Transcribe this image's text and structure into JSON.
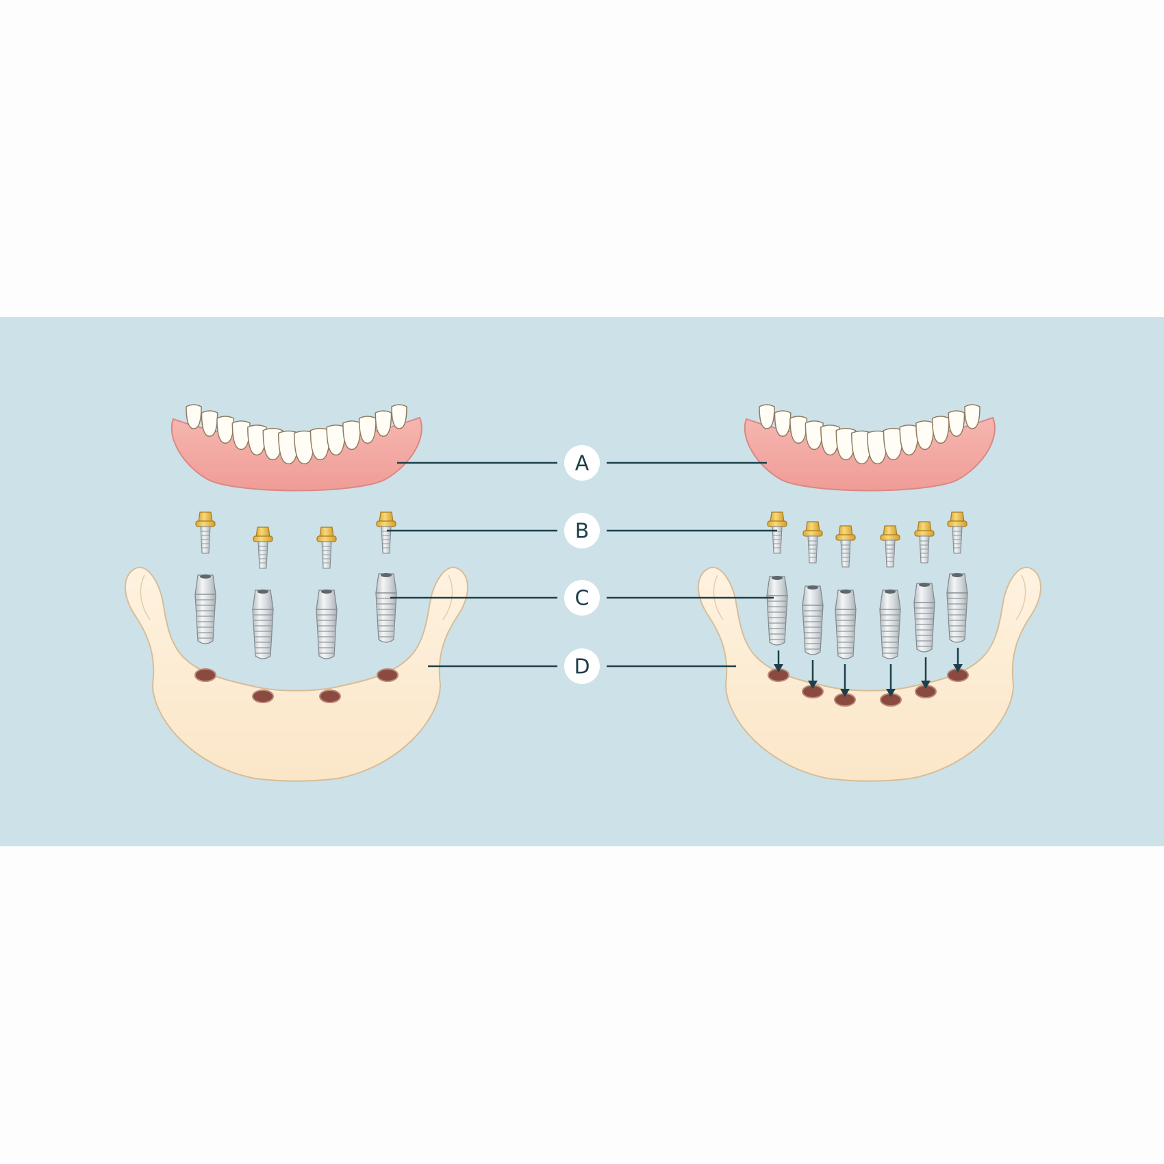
{
  "diagram": {
    "labels": [
      {
        "key": "A"
      },
      {
        "key": "B"
      },
      {
        "key": "C"
      },
      {
        "key": "D"
      }
    ],
    "left_panel": {
      "implant_count": 4,
      "shows_arrows": false
    },
    "right_panel": {
      "implant_count": 6,
      "shows_arrows": true
    }
  },
  "colors": {
    "panel_background": "#cde1e8",
    "page_background": "#fdfdfd",
    "gum": "#f2a7a2",
    "tooth": "#fffdf5",
    "bone": "#fdecd2",
    "bone_outline": "#d6bd98",
    "socket": "#8a4a40",
    "abutment_gold": "#f1c654",
    "implant_metal": "#d8dcde",
    "leader_line": "#1d3f4a",
    "label_circle": "#ffffff"
  },
  "icons": {
    "denture": "lower-denture-illustration",
    "abutment": "gold-abutment-icon",
    "implant": "titanium-implant-icon",
    "jaw": "mandible-illustration",
    "arrow": "insertion-arrow-icon"
  }
}
